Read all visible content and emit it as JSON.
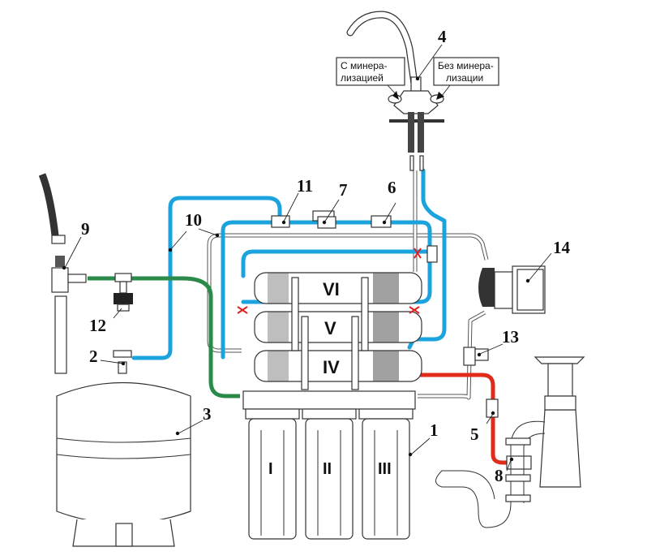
{
  "diagram": {
    "title": "Reverse osmosis water filter connection scheme",
    "faucet_labels": {
      "left": [
        "С минера-",
        "лизацией"
      ],
      "right": [
        "Без минера-",
        "лизации"
      ]
    },
    "filter_stages": {
      "pre_filters": [
        "I",
        "II",
        "III"
      ],
      "post_filters": [
        "IV",
        "V",
        "VI"
      ]
    },
    "callouts": [
      "1",
      "2",
      "3",
      "4",
      "5",
      "6",
      "7",
      "8",
      "9",
      "10",
      "11",
      "12",
      "13",
      "14"
    ],
    "pipe_colors": {
      "purified": "#1aa3dd",
      "inlet": "#2a8a4a",
      "drain": "#e02a1a",
      "concentrate": "#cccccc"
    },
    "blocked_marker_color": "#e02020"
  }
}
